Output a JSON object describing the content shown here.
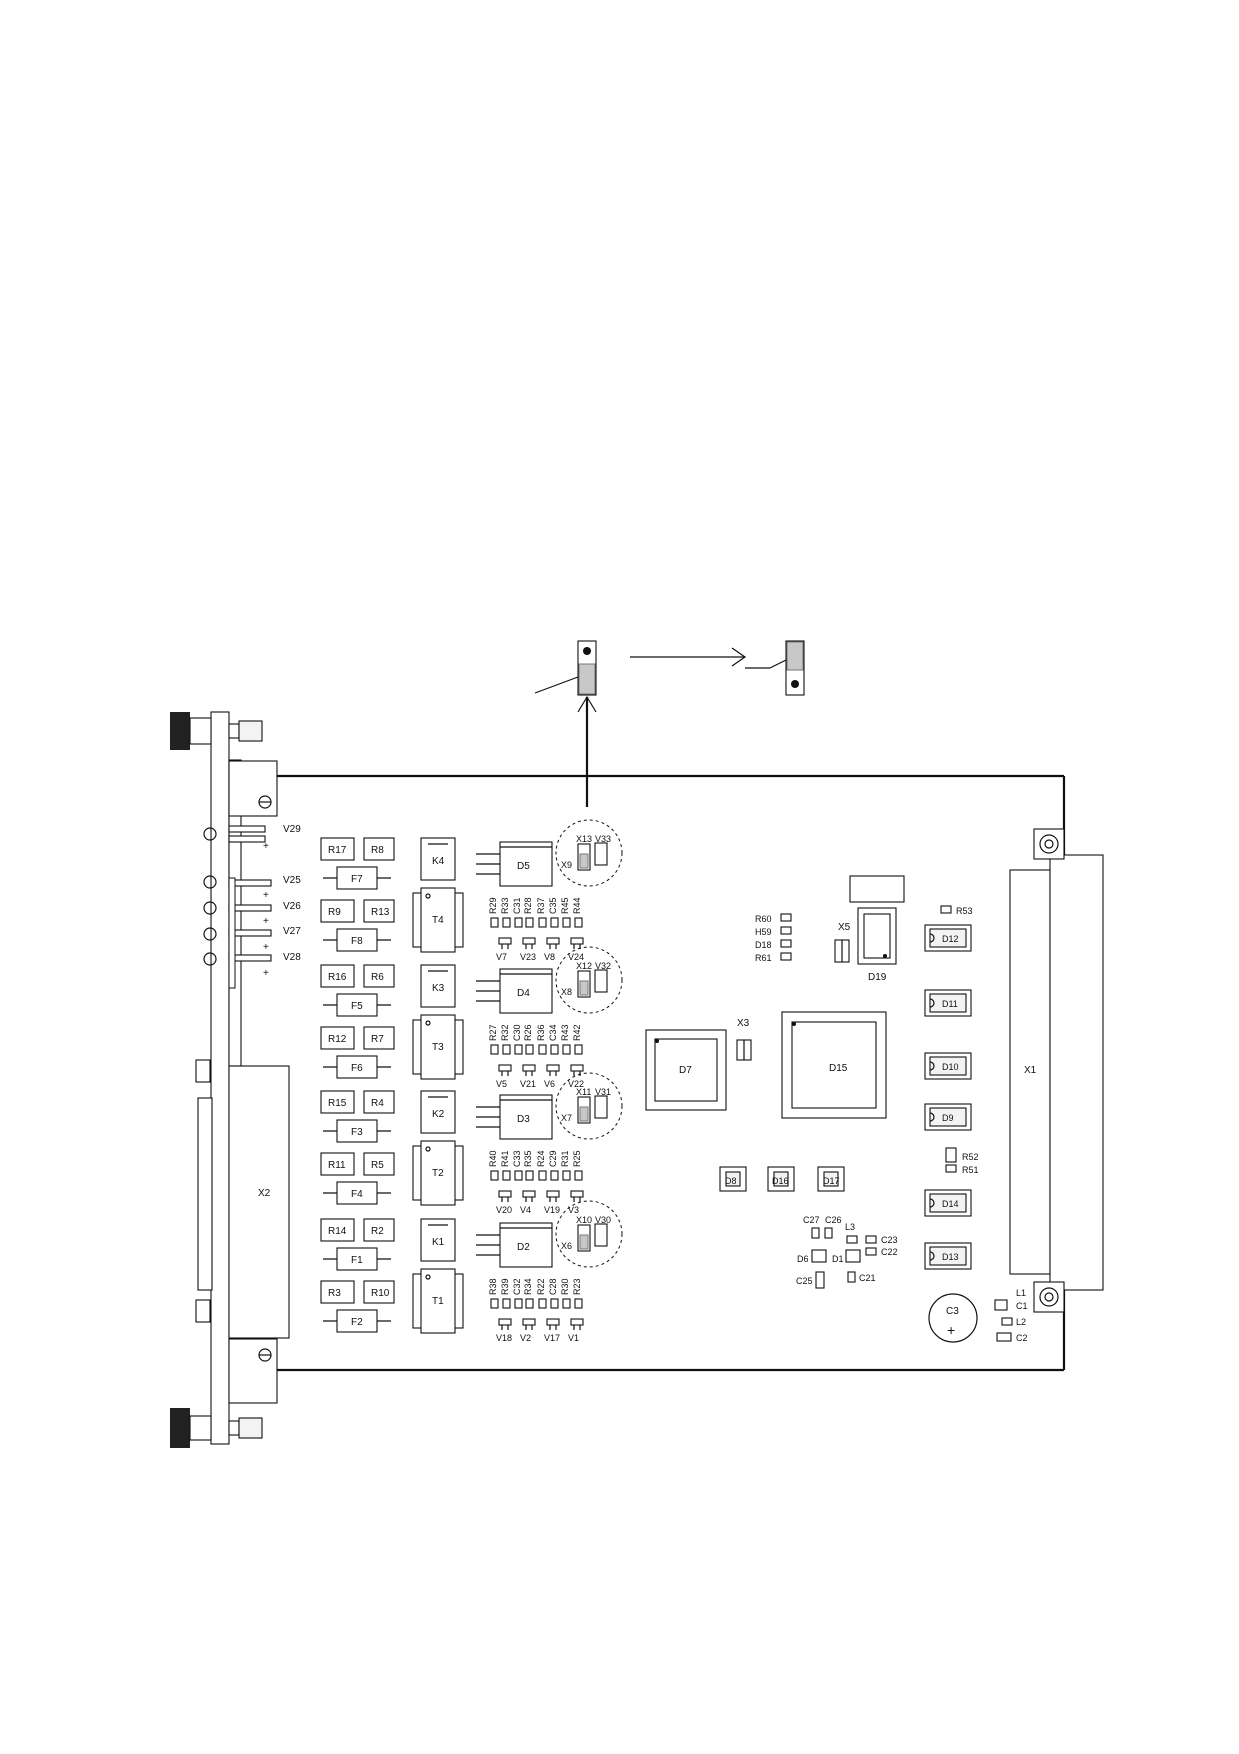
{
  "jumper_detail": {
    "left_label": "",
    "right_label": ""
  },
  "front_panel": {
    "led_labels": [
      "V29",
      "V25",
      "V26",
      "V27",
      "V28"
    ],
    "plus_sign": "+",
    "connector_label": "X2"
  },
  "channels": [
    {
      "res_top": [
        "R17",
        "R8"
      ],
      "fuse_top": "F7",
      "res_mid": [
        "R9",
        "R13"
      ],
      "fuse_mid": "F8",
      "relay": "K4",
      "transformer": "T4",
      "ic": "D5",
      "jumper": "X13",
      "jumper2": "X9",
      "diode": "V33",
      "smd_row": [
        "R29",
        "R33",
        "C31",
        "R28",
        "R37",
        "C35",
        "R45",
        "R44"
      ],
      "trans_row": [
        "V7",
        "V23",
        "V8",
        "V24"
      ]
    },
    {
      "res_top": [
        "R16",
        "R6"
      ],
      "fuse_top": "F5",
      "res_mid": [
        "R12",
        "R7"
      ],
      "fuse_mid": "F6",
      "relay": "K3",
      "transformer": "T3",
      "ic": "D4",
      "jumper": "X12",
      "jumper2": "X8",
      "diode": "V32",
      "smd_row": [
        "R27",
        "R32",
        "C30",
        "R26",
        "R36",
        "C34",
        "R43",
        "R42"
      ],
      "trans_row": [
        "V5",
        "V21",
        "V6",
        "V22"
      ]
    },
    {
      "res_top": [
        "R15",
        "R4"
      ],
      "fuse_top": "F3",
      "res_mid": [
        "R11",
        "R5"
      ],
      "fuse_mid": "F4",
      "relay": "K2",
      "transformer": "T2",
      "ic": "D3",
      "jumper": "X11",
      "jumper2": "X7",
      "diode": "V31",
      "smd_row": [
        "R40",
        "R41",
        "C33",
        "R35",
        "R24",
        "C29",
        "R31",
        "R25"
      ],
      "trans_row": [
        "V20",
        "V4",
        "V19",
        "V3"
      ]
    },
    {
      "res_top": [
        "R14",
        "R2"
      ],
      "fuse_top": "F1",
      "res_mid": [
        "R3",
        "R10"
      ],
      "fuse_mid": "F2",
      "relay": "K1",
      "transformer": "T1",
      "ic": "D2",
      "jumper": "X10",
      "jumper2": "X6",
      "diode": "V30",
      "smd_row": [
        "R38",
        "R39",
        "C32",
        "R34",
        "R22",
        "C28",
        "R30",
        "R23"
      ],
      "trans_row": [
        "V18",
        "V2",
        "V17",
        "V1"
      ]
    }
  ],
  "center": {
    "d7": "D7",
    "x3": "X3",
    "d15": "D15",
    "d8": "D8",
    "d16": "D16",
    "d17": "D17",
    "r60": "R60",
    "h59": "H59",
    "d18": "D18",
    "r61": "R61",
    "x5": "X5",
    "d19": "D19"
  },
  "right_column": {
    "r53": "R53",
    "d12": "D12",
    "d11": "D11",
    "d10": "D10",
    "d9": "D9",
    "r52": "R52",
    "r51": "R51",
    "d14": "D14",
    "d13": "D13",
    "x1": "X1"
  },
  "power_area": {
    "c27": "C27",
    "c26": "C26",
    "l3": "L3",
    "c23": "C23",
    "c22": "C22",
    "d6": "D6",
    "d1": "D1",
    "c25": "C25",
    "c21": "C21",
    "c3": "C3",
    "c3_sign": "+",
    "l1": "L1",
    "c1": "C1",
    "l2": "L2",
    "c2": "C2"
  }
}
